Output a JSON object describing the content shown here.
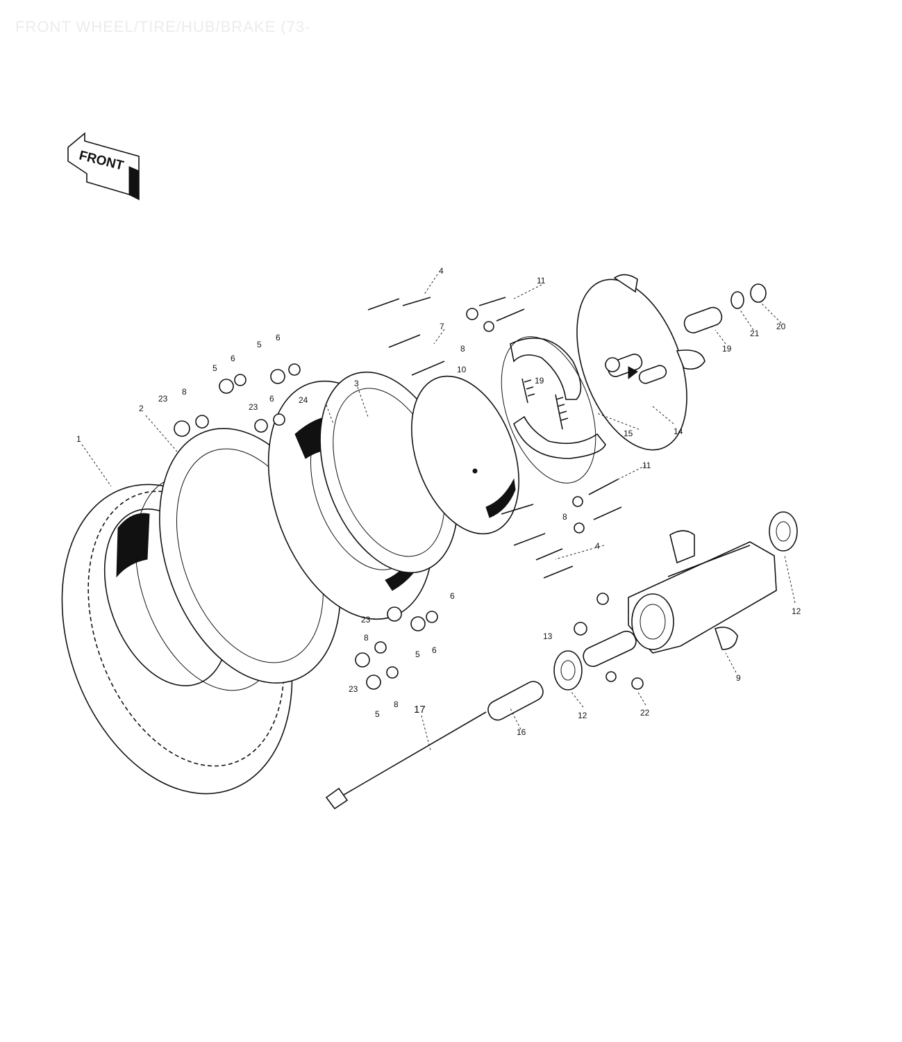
{
  "title": "FRONT WHEEL/TIRE/HUB/BRAKE (73-",
  "front_badge": "FRONT",
  "callouts": [
    {
      "id": "c1",
      "text": "1"
    },
    {
      "id": "c2",
      "text": "2"
    },
    {
      "id": "c3",
      "text": "3"
    },
    {
      "id": "c4a",
      "text": "4"
    },
    {
      "id": "c4b",
      "text": "4"
    },
    {
      "id": "c5a",
      "text": "5"
    },
    {
      "id": "c5b",
      "text": "5"
    },
    {
      "id": "c5c",
      "text": "5"
    },
    {
      "id": "c5d",
      "text": "5"
    },
    {
      "id": "c6a",
      "text": "6"
    },
    {
      "id": "c6b",
      "text": "6"
    },
    {
      "id": "c6c",
      "text": "6"
    },
    {
      "id": "c6d",
      "text": "6"
    },
    {
      "id": "c6e",
      "text": "6"
    },
    {
      "id": "c7",
      "text": "7"
    },
    {
      "id": "c8a",
      "text": "8"
    },
    {
      "id": "c8b",
      "text": "8"
    },
    {
      "id": "c8c",
      "text": "8"
    },
    {
      "id": "c8d",
      "text": "8"
    },
    {
      "id": "c8e",
      "text": "8"
    },
    {
      "id": "c9",
      "text": "9"
    },
    {
      "id": "c10",
      "text": "10"
    },
    {
      "id": "c11a",
      "text": "11"
    },
    {
      "id": "c11b",
      "text": "11"
    },
    {
      "id": "c12a",
      "text": "12"
    },
    {
      "id": "c12b",
      "text": "12"
    },
    {
      "id": "c13",
      "text": "13"
    },
    {
      "id": "c14",
      "text": "14"
    },
    {
      "id": "c15",
      "text": "15"
    },
    {
      "id": "c16",
      "text": "16"
    },
    {
      "id": "c17",
      "text": "17"
    },
    {
      "id": "c19a",
      "text": "19"
    },
    {
      "id": "c19b",
      "text": "19"
    },
    {
      "id": "c20",
      "text": "20"
    },
    {
      "id": "c21",
      "text": "21"
    },
    {
      "id": "c22",
      "text": "22"
    },
    {
      "id": "c23a",
      "text": "23"
    },
    {
      "id": "c23b",
      "text": "23"
    },
    {
      "id": "c23c",
      "text": "23"
    },
    {
      "id": "c23d",
      "text": "23"
    },
    {
      "id": "c24",
      "text": "24"
    }
  ]
}
